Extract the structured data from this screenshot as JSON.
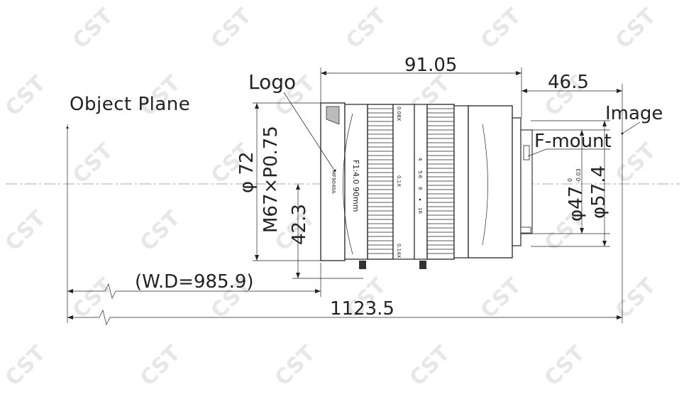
{
  "watermark": "CST",
  "labels": {
    "object_plane": "Object Plane",
    "logo": "Logo",
    "image": "Image",
    "f_mount": "F-mount"
  },
  "dimensions": {
    "length_body": "91.05",
    "flange": "46.5",
    "dia_72": "φ 72",
    "thread": "M67×P0.75",
    "height_42": "42.3",
    "dia_47": "φ47",
    "dia_47_tol_top": "0",
    "dia_47_tol_bottom": "-0.03",
    "dia_57": "φ57.4",
    "wd": "(W.D=985.9)",
    "total": "1123.5"
  },
  "lens_text": {
    "spec": "F1:4.0 90mm",
    "model": "MF9040A",
    "mag_1": "0.08X",
    "mag_2": "0.1X",
    "mag_3": "0.14X",
    "f_4": "4",
    "f_56": "5.6",
    "f_8": "8",
    "f_16": "16"
  }
}
